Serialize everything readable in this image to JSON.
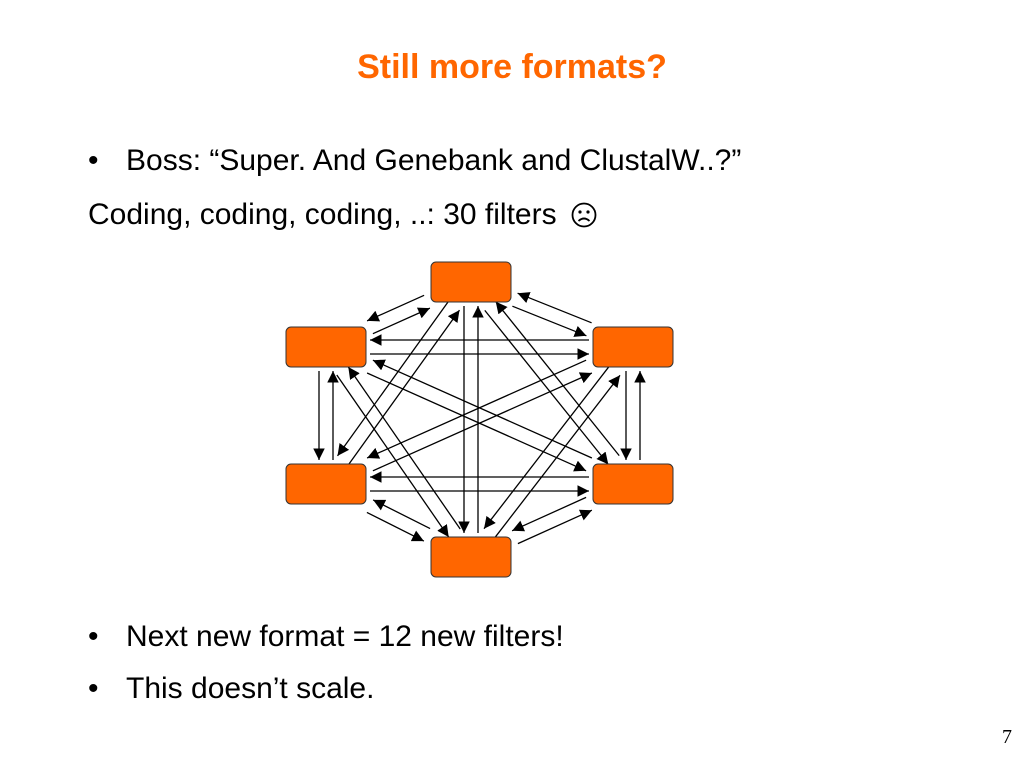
{
  "slide": {
    "title": "Still more formats?",
    "bullets_top": [
      {
        "bullet": "•",
        "text": "Boss: “Super. And Genebank and ClustalW..?”"
      }
    ],
    "subline": "Coding, coding, coding, ..: 30 filters",
    "subline_icon": "frown-icon",
    "bullets_bottom": [
      {
        "bullet": "•",
        "text": "Next new format = 12 new filters!"
      },
      {
        "bullet": "•",
        "text": "This doesn’t scale."
      }
    ],
    "page_number": "7"
  },
  "diagram": {
    "node_count": 6,
    "node_color": "#ff6600",
    "edge_color": "#000000",
    "nodes": [
      "top",
      "upper-left",
      "upper-right",
      "lower-left",
      "lower-right",
      "bottom"
    ],
    "connectivity": "every node connected to every other node with arrows in both directions"
  }
}
